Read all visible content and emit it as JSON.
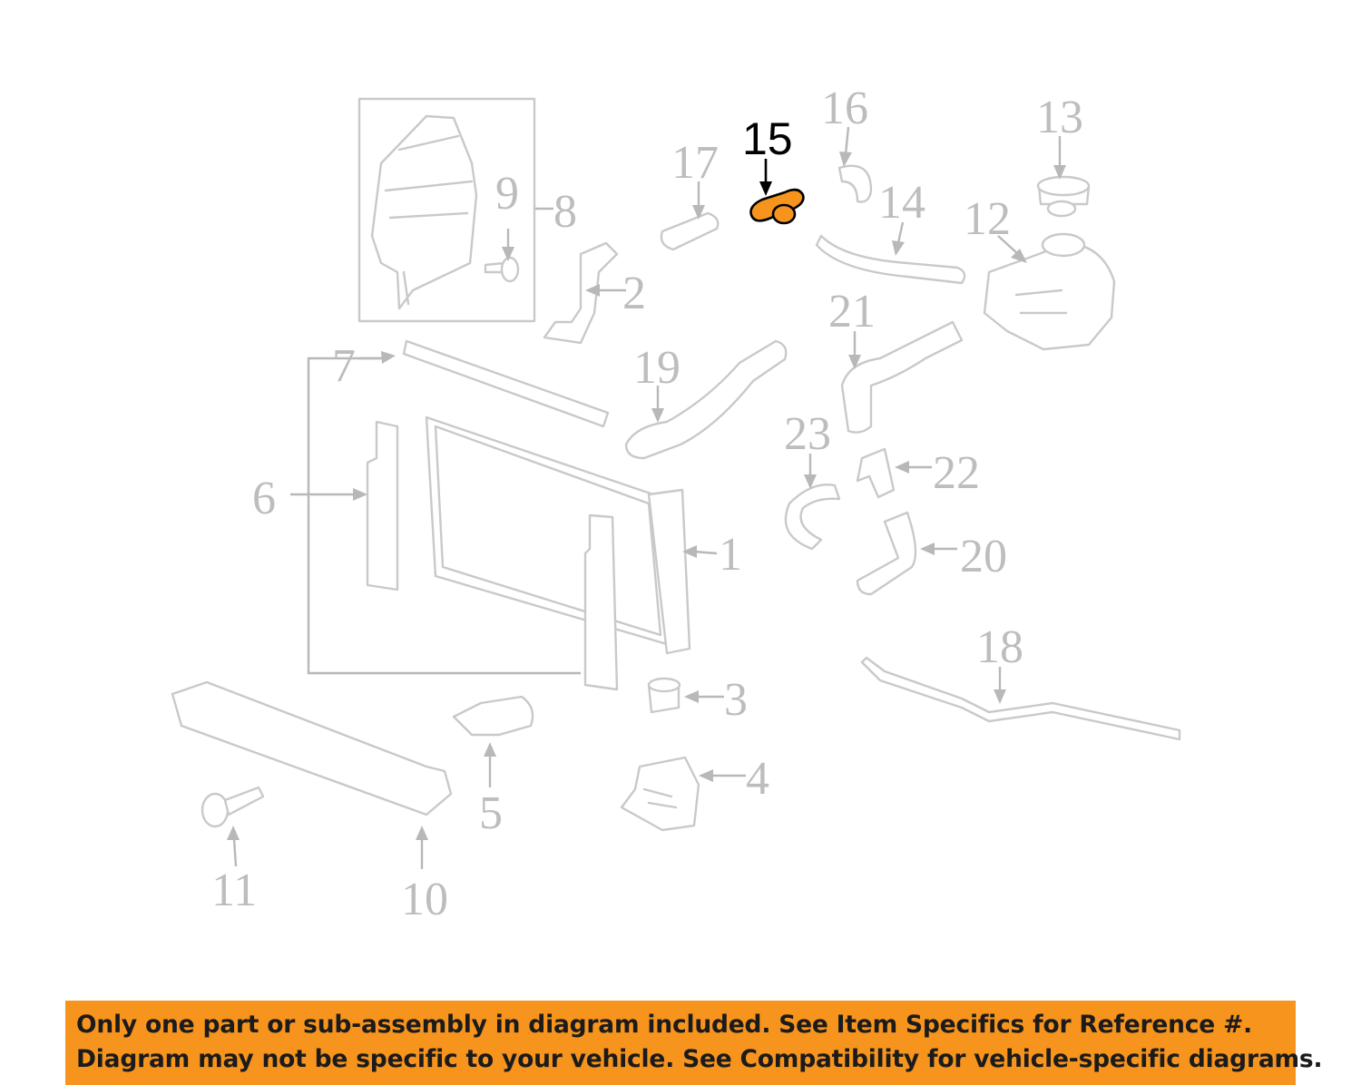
{
  "diagram": {
    "highlighted_part": "15",
    "highlight_color": "#f7941d",
    "part_labels": [
      "1",
      "2",
      "3",
      "4",
      "5",
      "6",
      "7",
      "8",
      "9",
      "10",
      "11",
      "12",
      "13",
      "14",
      "15",
      "16",
      "17",
      "18",
      "19",
      "20",
      "21",
      "22",
      "23"
    ]
  },
  "banner": {
    "background_color": "#f7941d",
    "line1": "Only one part or sub-assembly in diagram included. See Item Specifics for Reference #.",
    "line2": "Diagram may not be specific to your vehicle. See Compatibility for vehicle-specific diagrams."
  }
}
